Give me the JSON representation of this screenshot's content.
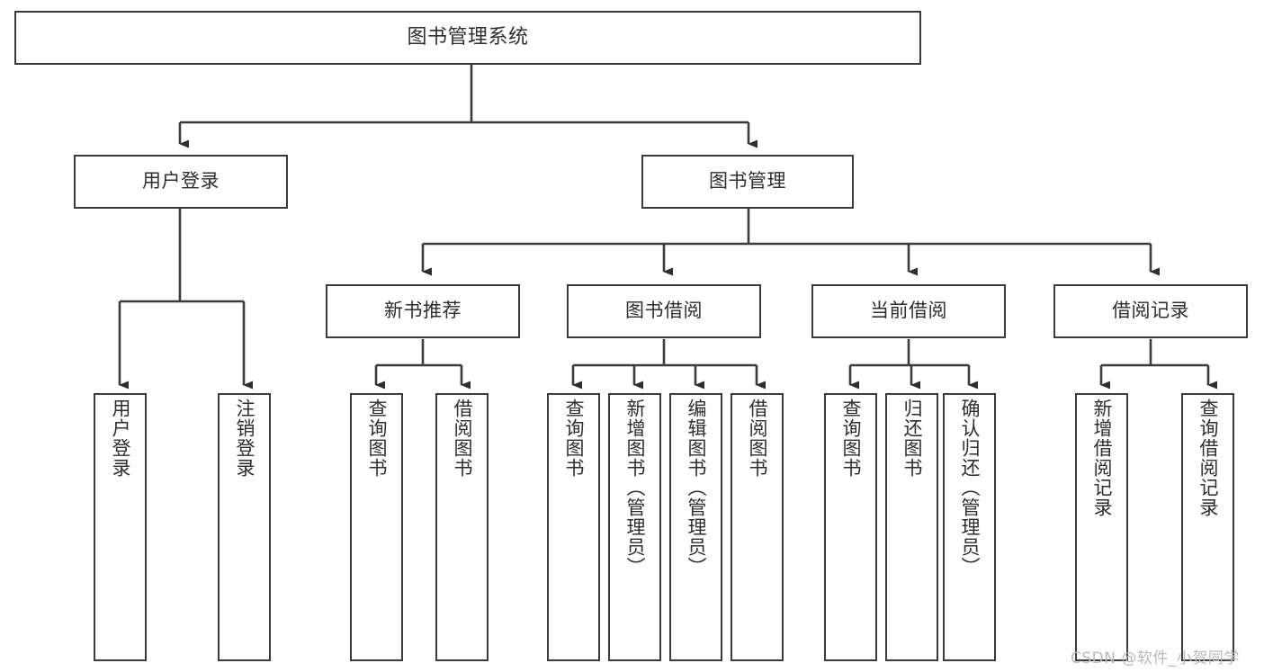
{
  "diagram": {
    "title": "图书管理系统",
    "watermark": "CSDN @软件_小贺同学",
    "line_color": "#3b3b3b",
    "text_color": "#2e2e2e",
    "background_color": "#ffffff"
  },
  "nodes": {
    "root": {
      "label": "图书管理系统"
    },
    "level1": [
      {
        "label": "用户登录"
      },
      {
        "label": "图书管理"
      }
    ],
    "level2": [
      {
        "label": "新书推荐"
      },
      {
        "label": "图书借阅"
      },
      {
        "label": "当前借阅"
      },
      {
        "label": "借阅记录"
      }
    ],
    "leaves": {
      "user_login": [
        {
          "label": "用户登录"
        },
        {
          "label": "注销登录"
        }
      ],
      "new_book_recommend": [
        {
          "label": "查询图书"
        },
        {
          "label": "借阅图书"
        }
      ],
      "book_borrow": [
        {
          "label": "查询图书"
        },
        {
          "label": "新增图书（管理员）"
        },
        {
          "label": "编辑图书（管理员）"
        },
        {
          "label": "借阅图书"
        }
      ],
      "current_borrow": [
        {
          "label": "查询图书"
        },
        {
          "label": "归还图书"
        },
        {
          "label": "确认归还（管理员）"
        }
      ],
      "borrow_record": [
        {
          "label": "新增借阅记录"
        },
        {
          "label": "查询借阅记录"
        }
      ]
    }
  }
}
